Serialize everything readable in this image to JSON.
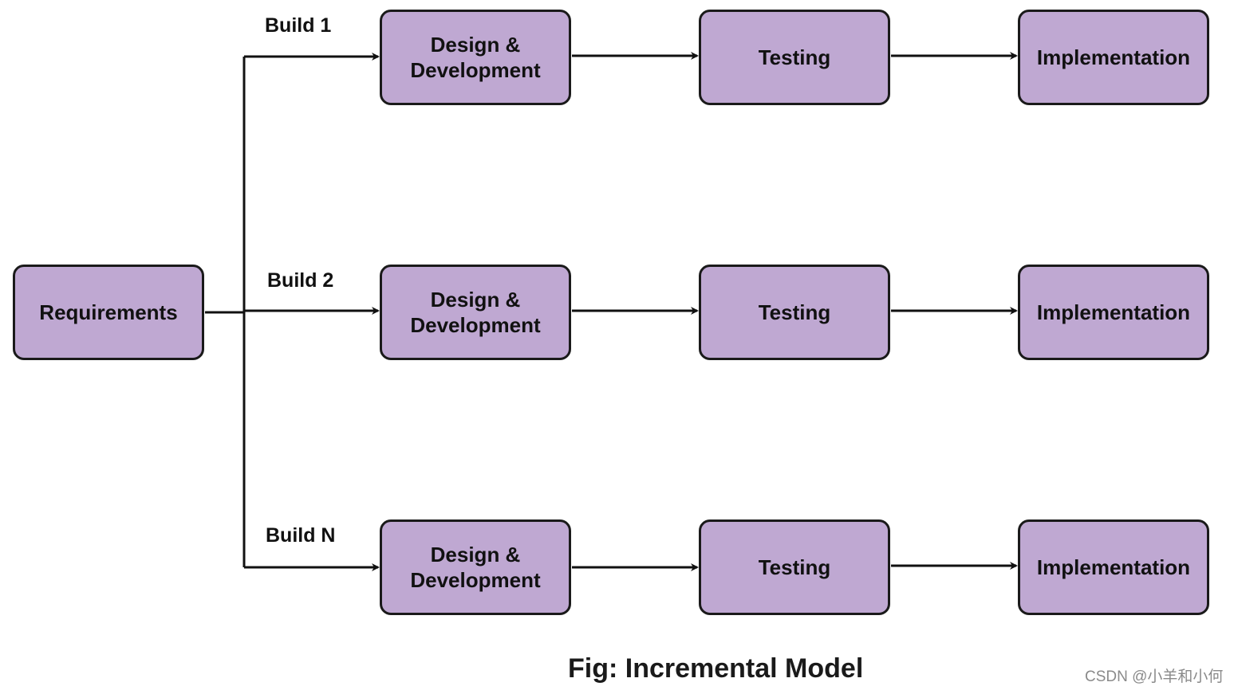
{
  "colors": {
    "box_fill": "#bfa8d2",
    "box_border": "#1a1a1a",
    "line": "#111111"
  },
  "requirements": {
    "label": "Requirements"
  },
  "builds": [
    {
      "label": "Build 1",
      "design": "Design &\nDevelopment",
      "testing": "Testing",
      "implementation": "Implementation"
    },
    {
      "label": "Build 2",
      "design": "Design &\nDevelopment",
      "testing": "Testing",
      "implementation": "Implementation"
    },
    {
      "label": "Build N",
      "design": "Design &\nDevelopment",
      "testing": "Testing",
      "implementation": "Implementation"
    }
  ],
  "caption": "Fig: Incremental Model",
  "watermark": "CSDN @小羊和小何"
}
